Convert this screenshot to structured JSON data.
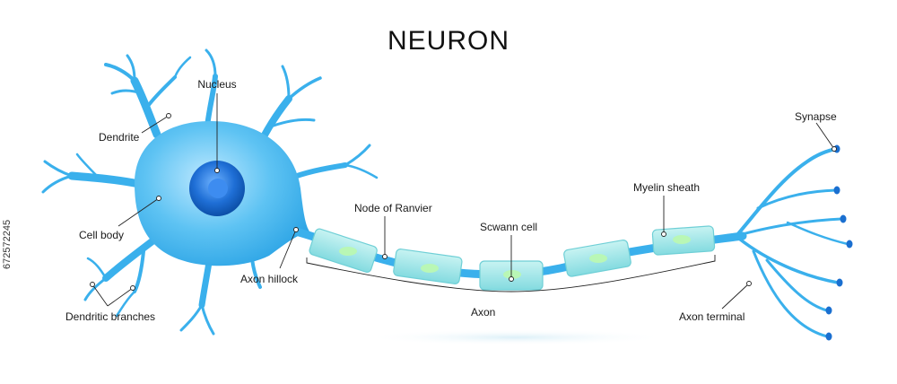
{
  "title": "NEURON",
  "labels": {
    "nucleus": "Nucleus",
    "dendrite": "Dendrite",
    "cell_body": "Cell body",
    "dendritic_branches": "Dendritic branches",
    "axon_hillock": "Axon hillock",
    "node_of_ranvier": "Node of Ranvier",
    "schwann_cell": "Scwann cell",
    "myelin_sheath": "Myelin sheath",
    "axon": "Axon",
    "axon_terminal": "Axon terminal",
    "synapse": "Synapse"
  },
  "stock_id": "672572245",
  "colors": {
    "neuron_blue": "#3ab0ec",
    "neuron_light": "#8fd4f6",
    "nucleus_dark": "#1a6fd0",
    "myelin": "#9ee6e6",
    "myelin_edge": "#6fcfd6",
    "label_text": "#1a1a1a"
  }
}
